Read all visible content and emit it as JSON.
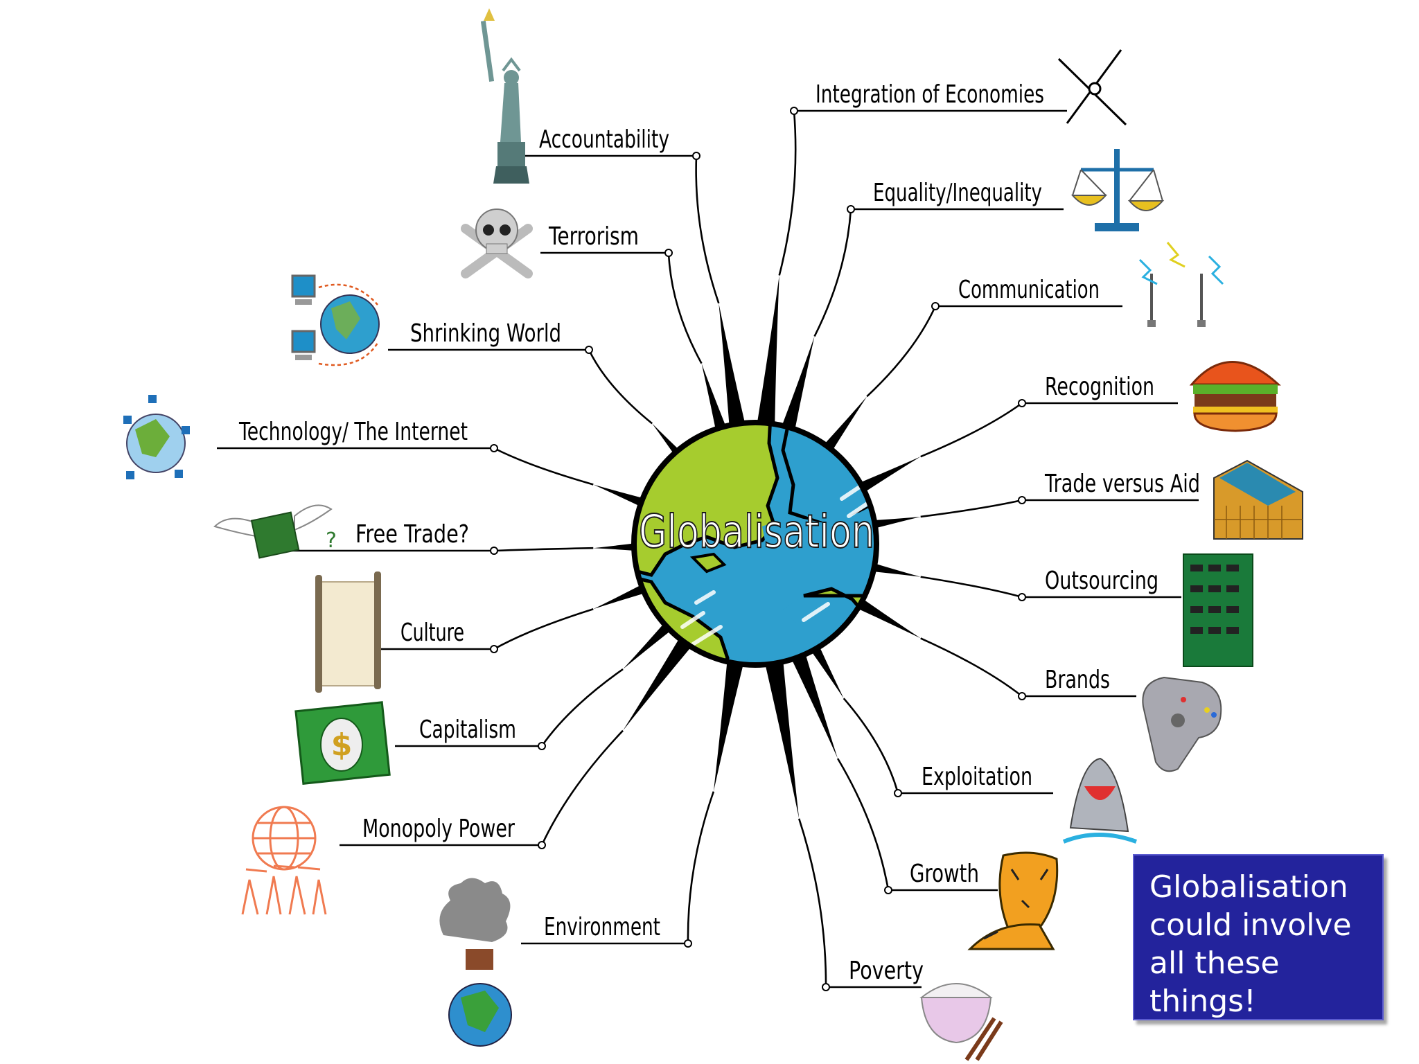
{
  "diagram": {
    "center_label": "Globalisation",
    "branches": [
      {
        "id": "accountability",
        "label": "Accountability",
        "icon": "statue-of-liberty-icon"
      },
      {
        "id": "terrorism",
        "label": "Terrorism",
        "icon": "skull-crossbones-icon"
      },
      {
        "id": "shrinking-world",
        "label": "Shrinking World",
        "icon": "networked-globe-icon"
      },
      {
        "id": "technology",
        "label": "Technology/ The Internet",
        "icon": "satellite-globe-icon"
      },
      {
        "id": "free-trade",
        "label": "Free Trade?",
        "icon": "winged-money-icon"
      },
      {
        "id": "culture",
        "label": "Culture",
        "icon": "scroll-icon"
      },
      {
        "id": "capitalism",
        "label": "Capitalism",
        "icon": "dollar-bill-icon"
      },
      {
        "id": "monopoly-power",
        "label": "Monopoly Power",
        "icon": "people-holding-globe-icon"
      },
      {
        "id": "environment",
        "label": "Environment",
        "icon": "polluted-earth-icon"
      },
      {
        "id": "integration",
        "label": "Integration of Economies",
        "icon": "compass-icon"
      },
      {
        "id": "equality",
        "label": "Equality/Inequality",
        "icon": "scales-icon"
      },
      {
        "id": "communication",
        "label": "Communication",
        "icon": "radio-towers-icon"
      },
      {
        "id": "recognition",
        "label": "Recognition",
        "icon": "burger-icon"
      },
      {
        "id": "trade-aid",
        "label": "Trade versus Aid",
        "icon": "building-icon"
      },
      {
        "id": "outsourcing",
        "label": "Outsourcing",
        "icon": "circuit-board-icon"
      },
      {
        "id": "brands",
        "label": "Brands",
        "icon": "game-controller-icon"
      },
      {
        "id": "exploitation",
        "label": "Exploitation",
        "icon": "shark-icon"
      },
      {
        "id": "growth",
        "label": "Growth",
        "icon": "tiger-icon"
      },
      {
        "id": "poverty",
        "label": "Poverty",
        "icon": "rice-bowl-icon"
      }
    ]
  },
  "callout": {
    "lines": [
      "Globalisation",
      "could involve",
      "all these",
      "things!"
    ]
  },
  "colors": {
    "land": "#a6cc2e",
    "ocean": "#2e9fce",
    "callout_bg": "#23239c"
  }
}
